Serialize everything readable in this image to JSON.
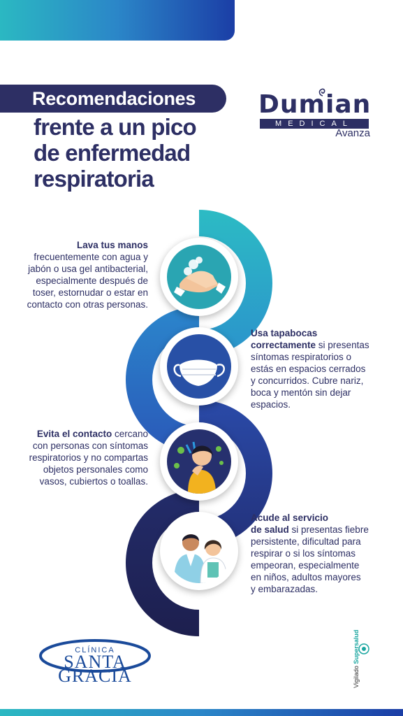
{
  "header": {
    "pill_title": "Recomendaciones",
    "title_lines": [
      "frente a un pico",
      "de enfermedad",
      "respiratoria"
    ]
  },
  "brand": {
    "name": "Dumian",
    "sub": "MEDICAL",
    "tagline": "Avanza"
  },
  "tips": [
    {
      "bold": "Lava tus manos",
      "lines": [
        "frecuentemente con agua y",
        "jabón o usa gel antibacterial,",
        "especialmente después de",
        "toser, estornudar o estar en",
        "contacto con otras personas."
      ]
    },
    {
      "bold_lines": [
        "Usa tapabocas",
        "correctamente"
      ],
      "lines_after_bold": " si presentas",
      "lines": [
        "síntomas respiratorios o",
        "estás en espacios cerrados",
        "y concurridos. Cubre nariz,",
        "boca y mentón sin dejar",
        "espacios."
      ]
    },
    {
      "bold": "Evita el contacto",
      "after_bold": " cercano",
      "lines": [
        "con personas con síntomas",
        "respiratorios y no compartas",
        "objetos personales como",
        "vasos, cubiertos o toallas."
      ]
    },
    {
      "bold_lines": [
        "Acude al servicio",
        "de salud"
      ],
      "lines_after_bold": " si presentas fiebre",
      "lines": [
        "persistente, dificultad para",
        "respirar o si los síntomas",
        "empeoran, especialmente",
        "en niños, adultos mayores",
        "y embarazadas."
      ]
    }
  ],
  "footer": {
    "clinic_top": "CLÍNICA",
    "clinic_mid": "SANTA",
    "clinic_bot": "GRACIA",
    "vigilado": "Vigilado",
    "supersalud": "Supersalud"
  },
  "colors": {
    "navy": "#2d2f64",
    "teal": "#2bb8c2",
    "blue": "#2b6fc8"
  }
}
